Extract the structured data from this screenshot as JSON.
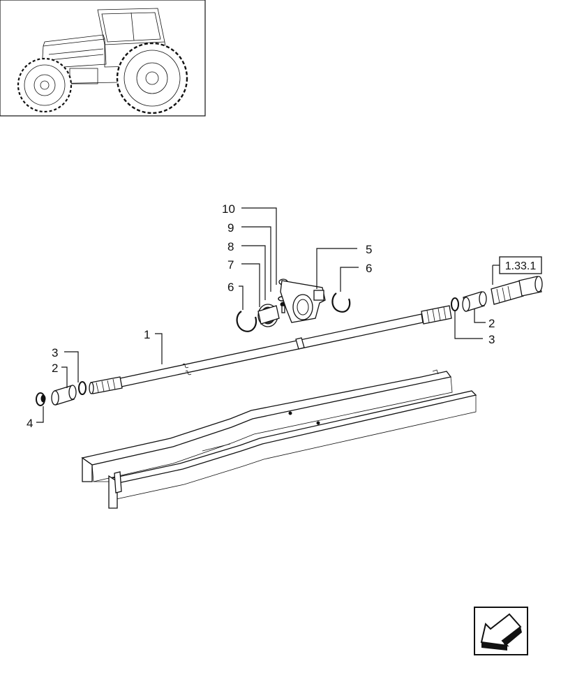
{
  "reference_box": {
    "label": "1.33.1"
  },
  "callouts": [
    {
      "id": "c10",
      "text": "10"
    },
    {
      "id": "c9",
      "text": "9"
    },
    {
      "id": "c8",
      "text": "8"
    },
    {
      "id": "c7",
      "text": "7"
    },
    {
      "id": "c6a",
      "text": "6"
    },
    {
      "id": "c5",
      "text": "5"
    },
    {
      "id": "c6b",
      "text": "6"
    },
    {
      "id": "c1",
      "text": "1"
    },
    {
      "id": "c2r",
      "text": "2"
    },
    {
      "id": "c3r",
      "text": "3"
    },
    {
      "id": "c3l",
      "text": "3"
    },
    {
      "id": "c2l",
      "text": "2"
    },
    {
      "id": "c4",
      "text": "4"
    }
  ],
  "icons": {
    "thumbnail": "tractor-icon",
    "navigation": "arrow-down-left-icon"
  }
}
